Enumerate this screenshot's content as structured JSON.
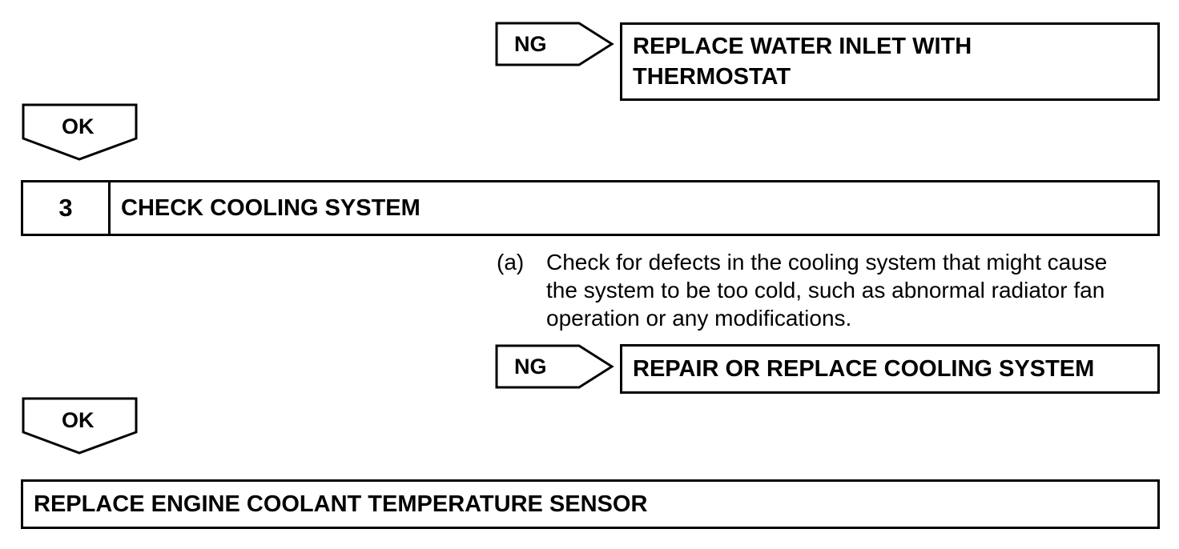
{
  "flow": {
    "ng1": {
      "label": "NG",
      "result_line1": "REPLACE WATER INLET WITH",
      "result_line2": "THERMOSTAT"
    },
    "ok1": {
      "label": "OK"
    },
    "step3": {
      "number": "3",
      "title": "CHECK COOLING SYSTEM",
      "instruction_marker": "(a)",
      "instruction_line1": "Check for defects in the cooling system that might cause",
      "instruction_line2": "the system to be too cold, such as abnormal radiator fan",
      "instruction_line3": "operation or any modifications."
    },
    "ng2": {
      "label": "NG",
      "result": "REPAIR OR REPLACE COOLING SYSTEM"
    },
    "ok2": {
      "label": "OK"
    },
    "final": {
      "result": "REPLACE ENGINE COOLANT TEMPERATURE SENSOR"
    }
  }
}
